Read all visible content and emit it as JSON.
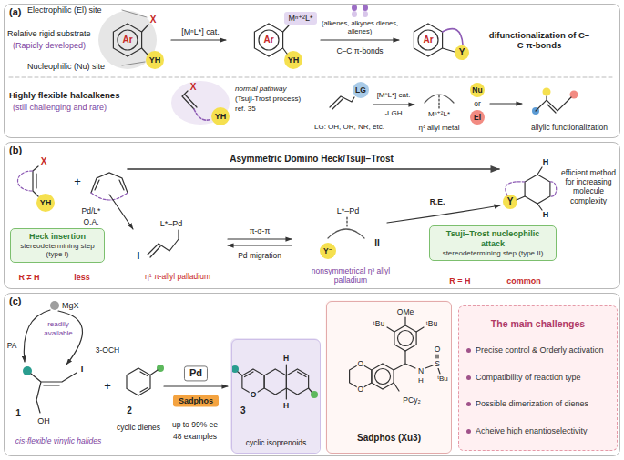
{
  "diagram": {
    "nodes": [
      {
        "text": [
          "(a)"
        ]
      },
      {
        "text": [
          "(b)"
        ]
      },
      {
        "text": [
          "Heck insertion",
          "stereodetermining step (type I)"
        ],
        "in": 1
      },
      {
        "text": [
          "Tsuji–Trost nucleophilic attack",
          "stereodetermining step (type II)"
        ],
        "in": 1
      },
      {
        "text": [
          "(c)"
        ]
      },
      {
        "text": [
          "Pd"
        ],
        "in": 4
      },
      {
        "text": [
          "Sadphos"
        ],
        "in": 4
      },
      {
        "text": [
          "3",
          "cyclic isoprenoids"
        ],
        "in": 4
      },
      {
        "text": [
          "Sadphos (Xu3)"
        ],
        "in": 4
      },
      {
        "text": [
          "The main challenges",
          "Precise control & Orderly activation",
          "Compatibility of reaction type",
          "Possible dimerization of dienes",
          "Acheive high enantioselectivity"
        ],
        "in": 4
      }
    ],
    "labels": [
      "Electrophilic (El) site",
      "Relative rigid substrate",
      "(Rapidly developed)",
      "Nucleophilic (Nu) site",
      "Ar",
      "X",
      "YH",
      "[MⁿL*] cat.",
      "Ar",
      "Mⁿ⁺²L*",
      "YH",
      "(alkenes, alkynes dienes, allenes)",
      "C–C π-bonds",
      "Ar",
      "Y",
      "difunctionalization of C–C π-bonds",
      "Highly flexible haloalkenes",
      "(still challenging and rare)",
      "X",
      "YH",
      "normal pathway",
      "(Tsuji-Trost process)",
      "ref. 35",
      "LG",
      "LG: OH, OR, NR, etc.",
      "[MⁿL*] cat.",
      "-LGH",
      "Mⁿ⁺²L*",
      "η³ allyl metal",
      "Nu",
      "or",
      "El",
      "allylic functionalization",
      "X",
      "YH",
      "+",
      "Asymmetric Domino Heck/Tsuji−Trost",
      "Y",
      "H",
      "H",
      "efficient method for increasing molecule complexity",
      "Pd/L*",
      "O.A.",
      "R ≠ H",
      "less",
      "L*–Pd",
      "I",
      "η¹ π-allyl palladium",
      "π-σ-π",
      "Pd migration",
      "L*–Pd",
      "II",
      "Y⁻",
      "nonsymmetrical η³ allyl palladium",
      "R.E.",
      "R = H",
      "common",
      "MgX",
      "readily available",
      "PA",
      "3-OCH",
      "I",
      "OH",
      "1",
      "cis-flexible vinylic halides",
      "+",
      "2",
      "cyclic dienes",
      "up to 99% ee",
      "48 examples",
      "H",
      "H",
      "O",
      "OMe",
      "ᵗBu",
      "ᵗBu",
      "N",
      "H",
      "S",
      "O",
      "ᵗBu",
      "O",
      "O",
      "PCy₂"
    ]
  }
}
